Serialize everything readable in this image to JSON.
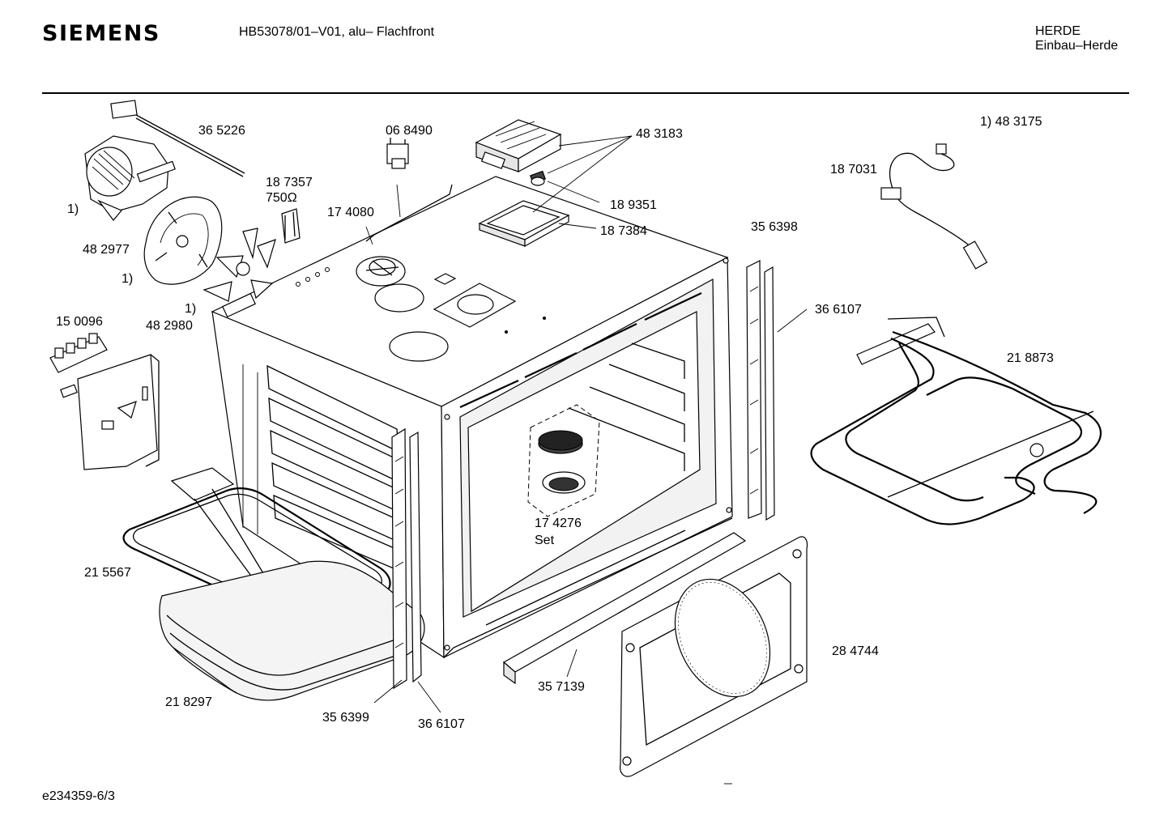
{
  "header": {
    "brand": "SIEMENS",
    "model": "HB53078/01–V01, alu– Flachfront",
    "category_line1": "HERDE",
    "category_line2": "Einbau–Herde"
  },
  "footer": {
    "document_id": "e234359-6/3"
  },
  "parts": {
    "p365226": "36 5226",
    "p068490": "06 8490",
    "p483183": "48 3183",
    "p483175": "1) 48 3175",
    "p187357": "18 7357",
    "p187357_value": "750Ω",
    "p174080": "17 4080",
    "p189351": "18 9351",
    "p187031": "18 7031",
    "p187384": "18 7384",
    "p356398": "35 6398",
    "fn_motor": "1)",
    "p482977": "48 2977",
    "fn_cover": "1)",
    "fn_fan": "1)",
    "p482980": "48 2980",
    "p150096": "15 0096",
    "p366107_right": "36 6107",
    "p218873": "21 8873",
    "p174276": "17 4276",
    "p174276_set": "Set",
    "p215567": "21 5567",
    "p218297": "21 8297",
    "p356399": "35 6399",
    "p366107_bottom": "36 6107",
    "p357139": "35 7139",
    "p284744": "28 4744"
  },
  "icons": {
    "fan_motor": "fan-motor-icon",
    "fan_wheel": "fan-wheel-icon",
    "temperature_limiter": "temperature-limiter-icon",
    "transformer": "transformer-icon",
    "oven_lamp": "oven-lamp-icon",
    "lamp_gasket": "lamp-gasket-icon",
    "temperature_sensor": "temperature-sensor-icon",
    "terminal_block": "terminal-block-icon",
    "grill_heater": "grill-heater-icon",
    "ring_heater": "ring-heater-icon",
    "oven_cavity": "oven-cavity-icon",
    "back_panel": "back-panel-icon"
  }
}
